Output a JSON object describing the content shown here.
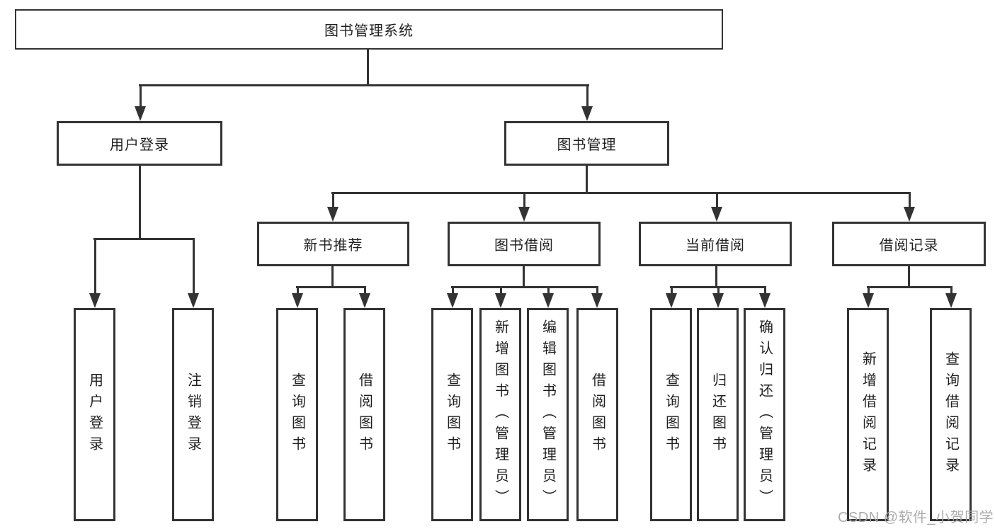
{
  "tree": {
    "root": {
      "label": "图书管理系统"
    },
    "branches": [
      {
        "label": "用户登录",
        "children": [
          {
            "label": "用户登录"
          },
          {
            "label": "注销登录"
          }
        ]
      },
      {
        "label": "图书管理",
        "children": [
          {
            "label": "新书推荐",
            "children": [
              {
                "label": "查询图书"
              },
              {
                "label": "借阅图书"
              }
            ]
          },
          {
            "label": "图书借阅",
            "children": [
              {
                "label": "查询图书"
              },
              {
                "label": "新增图书（管理员）"
              },
              {
                "label": "编辑图书（管理员）"
              },
              {
                "label": "借阅图书"
              }
            ]
          },
          {
            "label": "当前借阅",
            "children": [
              {
                "label": "查询图书"
              },
              {
                "label": "归还图书"
              },
              {
                "label": "确认归还（管理员）"
              }
            ]
          },
          {
            "label": "借阅记录",
            "children": [
              {
                "label": "新增借阅记录"
              },
              {
                "label": "查询借阅记录"
              }
            ]
          }
        ]
      }
    ]
  },
  "watermark": {
    "text": "CSDN @软件_小贺同学",
    "color": "#a8a8a8"
  },
  "colors": {
    "line": "#333333",
    "text": "#1f1f1f",
    "background": "#ffffff"
  }
}
